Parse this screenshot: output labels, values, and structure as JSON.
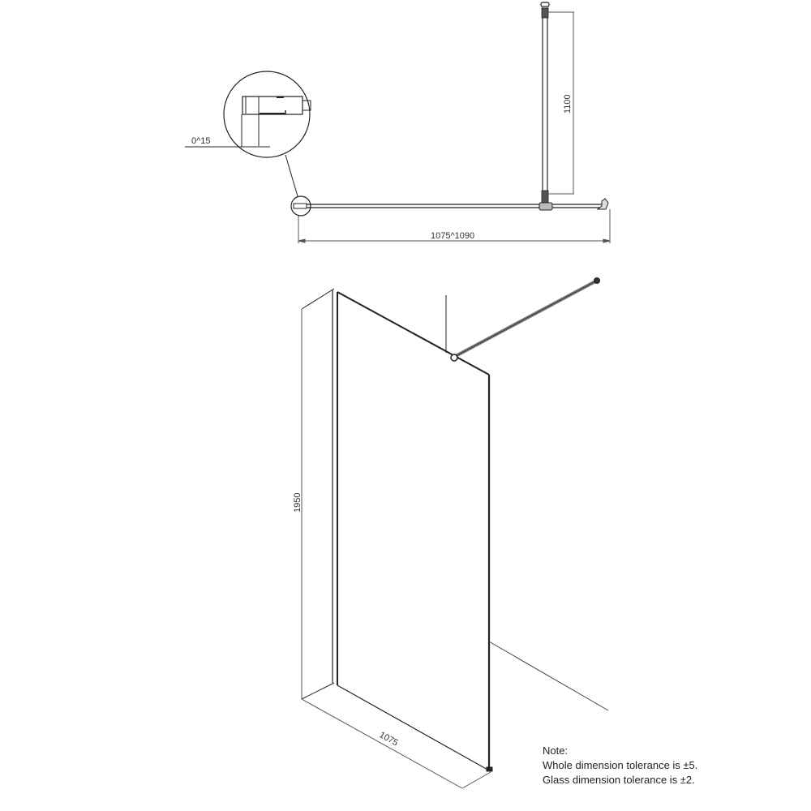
{
  "top_view": {
    "detail_dimension": "0^15",
    "height_dimension": "1100",
    "width_dimension": "1075^1090"
  },
  "iso_view": {
    "height_dimension": "1950",
    "width_dimension": "1075"
  },
  "note": {
    "title": "Note:",
    "lines": [
      "Whole dimension tolerance is ±5.",
      "Glass dimension tolerance is ±2."
    ]
  },
  "colors": {
    "line": "#222222",
    "dim_line": "#555555",
    "background": "#ffffff"
  }
}
